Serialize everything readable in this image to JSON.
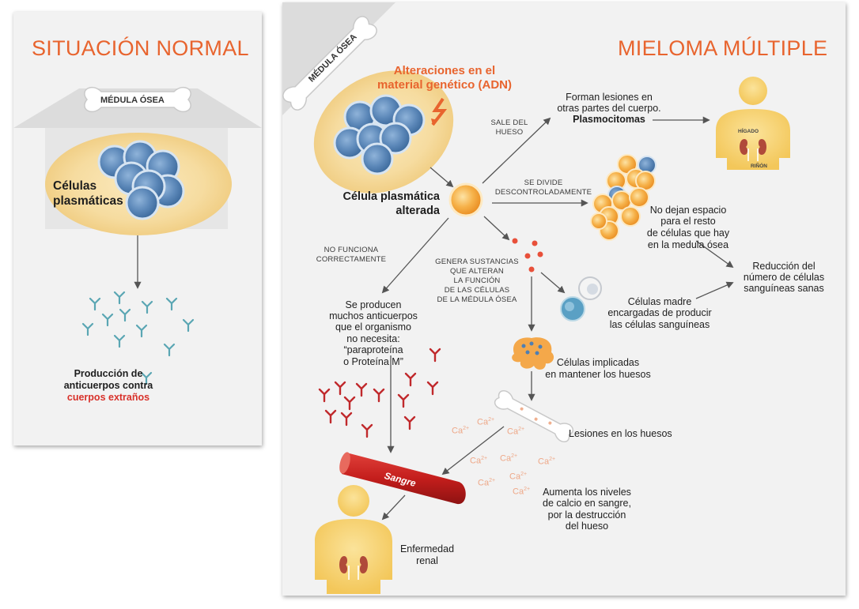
{
  "left": {
    "title": "SITUACIÓN NORMAL",
    "bone_label": "MÉDULA ÓSEA",
    "cells_label_1": "Células",
    "cells_label_2": "plasmáticas",
    "result_line1": "Producción de",
    "result_line2": "anticuerpos contra",
    "result_line3": "cuerpos extraños"
  },
  "right": {
    "title": "MIELOMA MÚLTIPLE",
    "bone_label": "MÉDULA ÓSEA",
    "dna_line1": "Alteraciones en el",
    "dna_line2": "material genético (ADN)",
    "altered_cell_1": "Célula plasmática",
    "altered_cell_2": "alterada",
    "sale_del_hueso_1": "SALE DEL",
    "sale_del_hueso_2": "HUESO",
    "lesions_1": "Forman lesiones en",
    "lesions_2": "otras partes del cuerpo.",
    "lesions_3": "Plasmocitomas",
    "liver_label": "HÍGADO",
    "kidney_label": "RIÑÓN",
    "se_divide_1": "SE DIVIDE",
    "se_divide_2": "DESCONTROLADAMENTE",
    "no_space_1": "No dejan espacio",
    "no_space_2": "para el resto",
    "no_space_3": "de células que hay",
    "no_space_4": "en la medula ósea",
    "reduction_1": "Reducción del",
    "reduction_2": "número de células",
    "reduction_3": "sanguíneas sanas",
    "no_funciona_1": "NO FUNCIONA",
    "no_funciona_2": "CORRECTAMENTE",
    "genera_1": "GENERA SUSTANCIAS",
    "genera_2": "QUE ALTERAN",
    "genera_3": "LA FUNCIÓN",
    "genera_4": "DE LAS CÉLULAS",
    "genera_5": "DE LA MÉDULA ÓSEA",
    "stem_1": "Células madre",
    "stem_2": "encargadas de producir",
    "stem_3": "las células sanguíneas",
    "antibodies_1": "Se producen",
    "antibodies_2": "muchos anticuerpos",
    "antibodies_3": "que el organismo",
    "antibodies_4": "no necesita:",
    "antibodies_5": "“paraproteína",
    "antibodies_6": "o Proteína M”",
    "bone_cells_1": "Células implicadas",
    "bone_cells_2": "en mantener los huesos",
    "bone_lesions": "Lesiones en los huesos",
    "calcium_1": "Aumenta los niveles",
    "calcium_2": "de calcio en sangre,",
    "calcium_3": "por la destrucción",
    "calcium_4": "del hueso",
    "blood_label": "Sangre",
    "renal_1": "Enfermedad",
    "renal_2": "renal",
    "ca_base": "Ca",
    "ca_sup": "2+"
  },
  "colors": {
    "accent_orange": "#e8642e",
    "red_text": "#d8312a",
    "cell_blue": "#5b87b8",
    "antibody_teal": "#5aa6b3",
    "antibody_red": "#c0292c",
    "marrow_yellow": "#f5dfa6",
    "body_yellow": "#f7d67a",
    "blood_red": "#c8201f"
  },
  "icons": [
    "bone-icon",
    "plasma-cell-cluster-icon",
    "antibody-icon",
    "lightning-icon",
    "human-body-icon",
    "kidney-icon",
    "blood-vessel-icon",
    "stem-cell-icon",
    "osteoclast-icon",
    "broken-bone-icon"
  ]
}
